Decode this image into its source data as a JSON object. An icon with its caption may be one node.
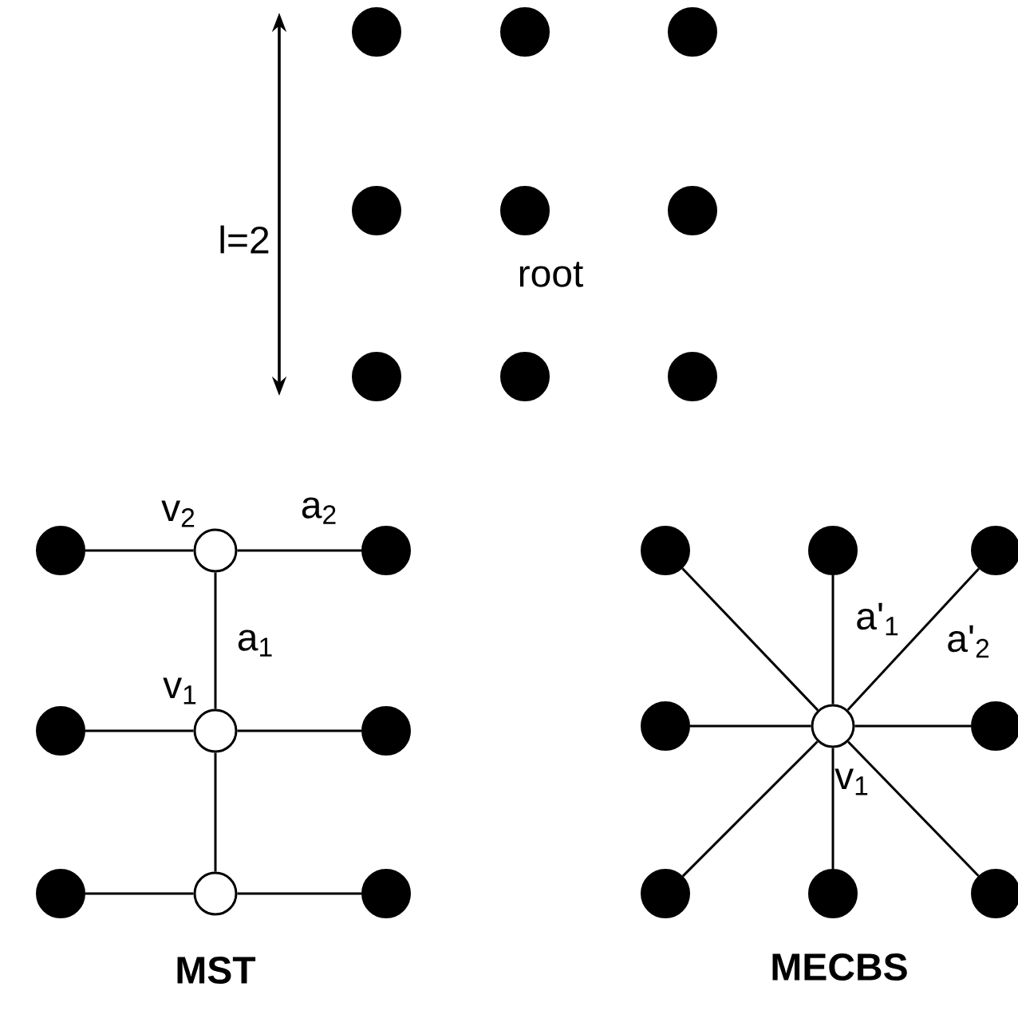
{
  "diagram": {
    "nodes": [
      {
        "text": [],
        "shape": "circle"
      },
      {
        "text": [],
        "shape": "circle"
      },
      {
        "text": [],
        "shape": "circle"
      },
      {
        "text": [],
        "shape": "circle"
      },
      {
        "text": [],
        "shape": "circle",
        "beside": [
          "root"
        ]
      },
      {
        "text": [],
        "shape": "circle"
      },
      {
        "text": [],
        "shape": "circle"
      },
      {
        "text": [],
        "shape": "circle"
      },
      {
        "text": [],
        "shape": "circle"
      },
      {
        "text": [],
        "shape": "circle"
      },
      {
        "text": [],
        "shape": "circle",
        "beside": [
          "v$_{2}$"
        ]
      },
      {
        "text": [],
        "shape": "circle"
      },
      {
        "text": [],
        "shape": "circle"
      },
      {
        "text": [],
        "shape": "circle",
        "beside": [
          "v$_{1}$"
        ]
      },
      {
        "text": [],
        "shape": "circle"
      },
      {
        "text": [],
        "shape": "circle"
      },
      {
        "text": [],
        "shape": "circle"
      },
      {
        "text": [],
        "shape": "circle"
      },
      {
        "text": [],
        "shape": "circle"
      },
      {
        "text": [],
        "shape": "circle"
      },
      {
        "text": [],
        "shape": "circle"
      },
      {
        "text": [],
        "shape": "circle"
      },
      {
        "text": [],
        "shape": "circle",
        "beside": [
          "v$_{1}$"
        ]
      },
      {
        "text": [],
        "shape": "circle"
      },
      {
        "text": [],
        "shape": "circle"
      },
      {
        "text": [],
        "shape": "circle"
      },
      {
        "text": [],
        "shape": "circle"
      }
    ],
    "edges": [
      {
        "from": 9,
        "to": 10,
        "arrow": "none"
      },
      {
        "from": 10,
        "to": 11,
        "arrow": "none",
        "label": "a$_{2}$"
      },
      {
        "from": 10,
        "to": 13,
        "arrow": "none",
        "label": "a$_{1}$"
      },
      {
        "from": 12,
        "to": 13,
        "arrow": "none"
      },
      {
        "from": 13,
        "to": 14,
        "arrow": "none"
      },
      {
        "from": 13,
        "to": 16,
        "arrow": "none"
      },
      {
        "from": 15,
        "to": 16,
        "arrow": "none"
      },
      {
        "from": 16,
        "to": 17,
        "arrow": "none"
      },
      {
        "from": 22,
        "to": 18,
        "arrow": "none"
      },
      {
        "from": 22,
        "to": 19,
        "arrow": "none",
        "label": "a'$_{1}$"
      },
      {
        "from": 22,
        "to": 20,
        "arrow": "none",
        "label": "a'$_{2}$"
      },
      {
        "from": 22,
        "to": 21,
        "arrow": "none"
      },
      {
        "from": 22,
        "to": 23,
        "arrow": "none"
      },
      {
        "from": 22,
        "to": 24,
        "arrow": "none"
      },
      {
        "from": 22,
        "to": 25,
        "arrow": "none"
      },
      {
        "from": 22,
        "to": 26,
        "arrow": "none"
      }
    ],
    "labels": [
      "l=2",
      "MST",
      "MECBS"
    ]
  }
}
